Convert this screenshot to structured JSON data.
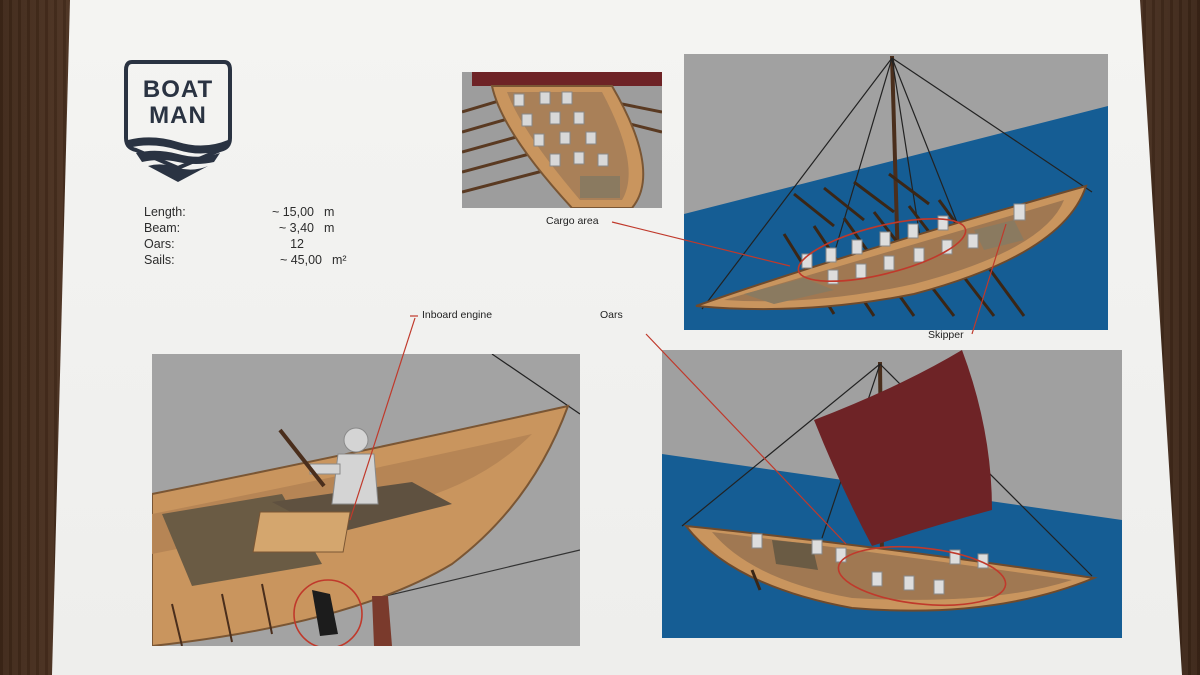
{
  "logo": {
    "line1": "BOAT",
    "line2": "MAN"
  },
  "specs": [
    {
      "label": "Length:",
      "value": "~ 15,00",
      "unit": "m"
    },
    {
      "label": "Beam:",
      "value": "~ 3,40",
      "unit": "m"
    },
    {
      "label": "Oars:",
      "value": "12",
      "unit": ""
    },
    {
      "label": "Sails:",
      "value": "~ 45,00",
      "unit": "m²"
    }
  ],
  "callouts": {
    "cargo_area": "Cargo area",
    "inboard_engine": "Inboard engine",
    "oars": "Oars",
    "skipper": "Skipper"
  },
  "colors": {
    "hull": "#c9955e",
    "sea": "#155d94",
    "sky": "#9b9b9b",
    "sail": "#6e2326",
    "annotation": "#c0392b",
    "logo": "#2a3342"
  }
}
